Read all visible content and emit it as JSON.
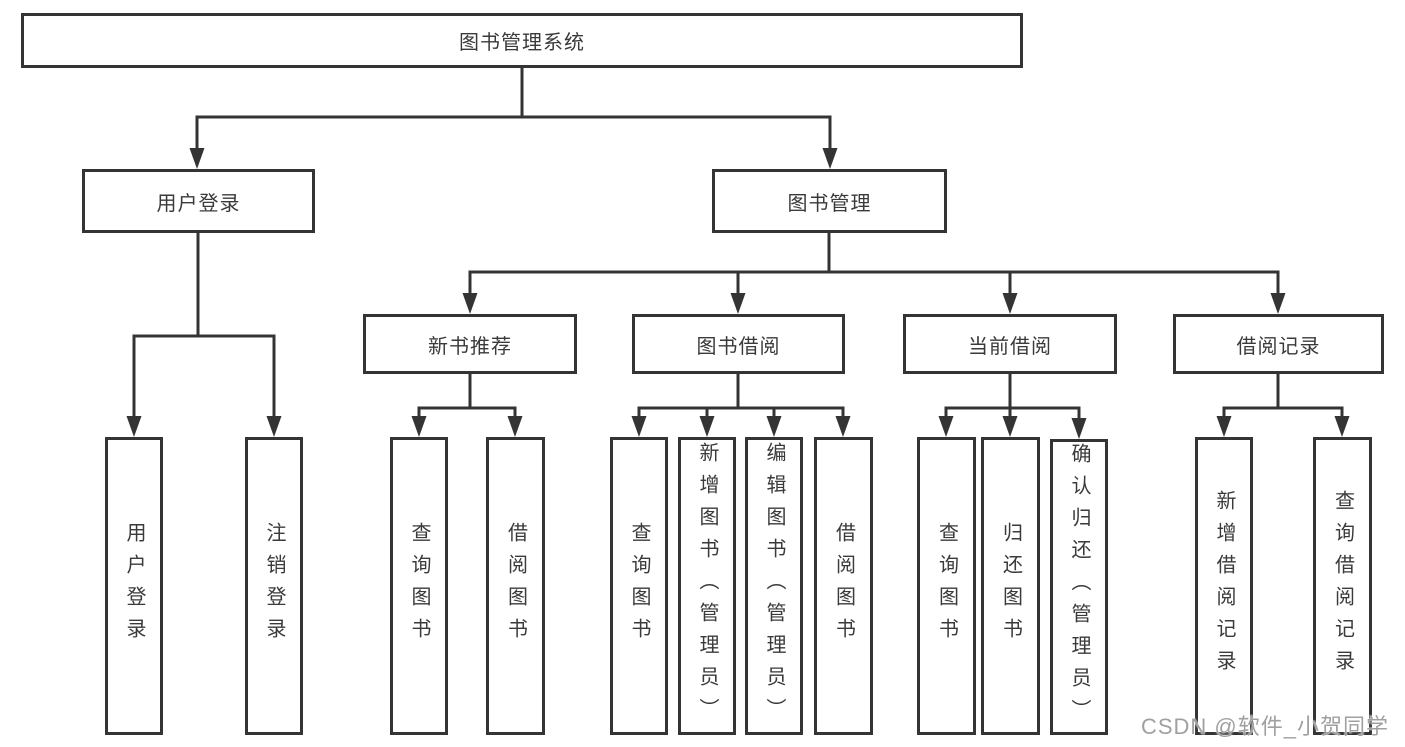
{
  "diagram": {
    "root": {
      "label": "图书管理系统"
    },
    "user_login": {
      "label": "用户登录",
      "children": [
        {
          "label": "用户登录"
        },
        {
          "label": "注销登录"
        }
      ]
    },
    "book_management": {
      "label": "图书管理",
      "sections": [
        {
          "label": "新书推荐",
          "children": [
            {
              "label": "查询图书"
            },
            {
              "label": "借阅图书"
            }
          ]
        },
        {
          "label": "图书借阅",
          "children": [
            {
              "label": "查询图书"
            },
            {
              "label": "新增图书（管理员）"
            },
            {
              "label": "编辑图书（管理员）"
            },
            {
              "label": "借阅图书"
            }
          ]
        },
        {
          "label": "当前借阅",
          "children": [
            {
              "label": "查询图书"
            },
            {
              "label": "归还图书"
            },
            {
              "label": "确认归还（管理员）"
            }
          ]
        },
        {
          "label": "借阅记录",
          "children": [
            {
              "label": "新增借阅记录"
            },
            {
              "label": "查询借阅记录"
            }
          ]
        }
      ]
    }
  },
  "watermark": {
    "text": "CSDN @软件_小贺同学"
  },
  "colors": {
    "line": "#343434",
    "box_border": "#343434",
    "box_background": "#ffffff",
    "text": "#3a3a3a",
    "watermark": "#a0a0a0",
    "page_background": "#ffffff"
  }
}
